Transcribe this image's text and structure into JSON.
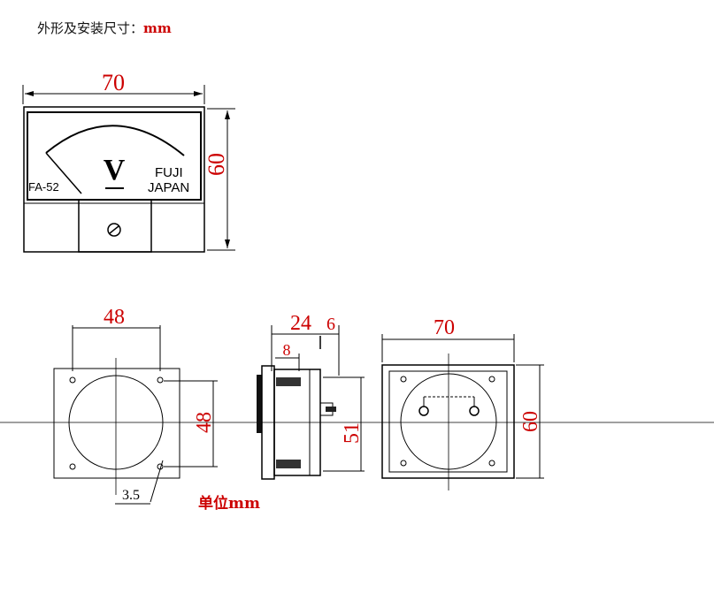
{
  "header": {
    "title": "外形及安装尺寸：",
    "unit": "mm"
  },
  "meter_face": {
    "symbol": "V",
    "model": "FA-52",
    "brand": "FUJI",
    "country": "JAPAN"
  },
  "dimensions": {
    "front_width": "70",
    "front_height": "60",
    "mount_spacing_w": "48",
    "mount_spacing_h": "48",
    "hole_dia": "3.5",
    "depth": "24",
    "terminal": "6",
    "flange": "8",
    "body_dia": "51",
    "back_width": "70",
    "back_height": "60"
  },
  "footer": {
    "unit_label": "单位mm"
  }
}
